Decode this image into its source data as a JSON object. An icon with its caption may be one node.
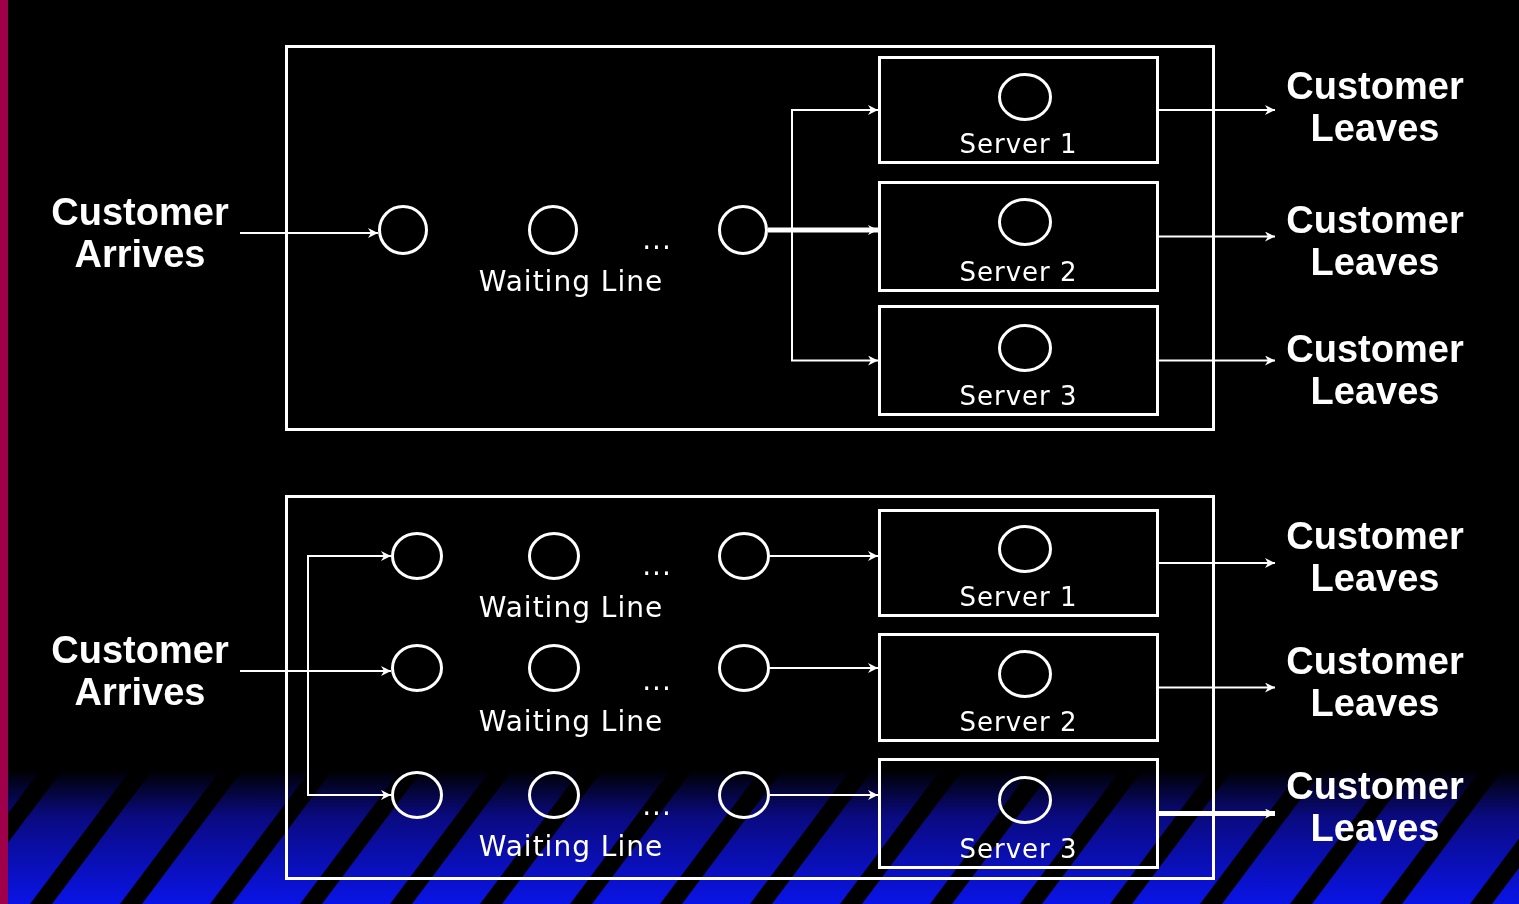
{
  "diagram": {
    "nodes": [
      {
        "text": [],
        "shape": "box"
      },
      {
        "text": [
          "Customer Arrives"
        ]
      },
      {
        "text": [],
        "shape": "circle",
        "in": 0
      },
      {
        "text": [],
        "shape": "circle",
        "in": 0
      },
      {
        "text": [],
        "shape": "circle",
        "in": 0
      },
      {
        "text": [
          "Server 1"
        ],
        "in": 0
      },
      {
        "text": [],
        "shape": "circle",
        "in": 5
      },
      {
        "text": [
          "Server 2"
        ],
        "in": 0
      },
      {
        "text": [],
        "shape": "circle",
        "in": 7
      },
      {
        "text": [
          "Server 3"
        ],
        "in": 0
      },
      {
        "text": [],
        "shape": "circle",
        "in": 9
      },
      {
        "text": [
          "Customer Leaves"
        ]
      },
      {
        "text": [
          "Customer Leaves"
        ]
      },
      {
        "text": [
          "Customer Leaves"
        ]
      },
      {
        "text": [],
        "shape": "box"
      },
      {
        "text": [
          "Customer Arrives"
        ]
      },
      {
        "text": [],
        "shape": "circle",
        "in": 14
      },
      {
        "text": [],
        "shape": "circle",
        "in": 14
      },
      {
        "text": [],
        "shape": "circle",
        "in": 14
      },
      {
        "text": [
          "Server 1"
        ],
        "in": 14
      },
      {
        "text": [],
        "shape": "circle",
        "in": 19
      },
      {
        "text": [],
        "shape": "circle",
        "in": 14
      },
      {
        "text": [],
        "shape": "circle",
        "in": 14
      },
      {
        "text": [],
        "shape": "circle",
        "in": 14
      },
      {
        "text": [
          "Server 2"
        ],
        "in": 14
      },
      {
        "text": [],
        "shape": "circle",
        "in": 24
      },
      {
        "text": [],
        "shape": "circle",
        "in": 14
      },
      {
        "text": [],
        "shape": "circle",
        "in": 14
      },
      {
        "text": [],
        "shape": "circle",
        "in": 14
      },
      {
        "text": [
          "Server 3"
        ],
        "in": 14
      },
      {
        "text": [],
        "shape": "circle",
        "in": 29
      },
      {
        "text": [
          "Customer Leaves"
        ]
      },
      {
        "text": [
          "Customer Leaves"
        ]
      },
      {
        "text": [
          "Customer Leaves"
        ]
      }
    ],
    "edges": [
      {
        "from": 1,
        "to": 2,
        "arrow": "to"
      },
      {
        "from": 4,
        "to": 5,
        "arrow": "to"
      },
      {
        "from": 4,
        "to": 7,
        "arrow": "to",
        "style": "thick"
      },
      {
        "from": 4,
        "to": 9,
        "arrow": "to"
      },
      {
        "from": 5,
        "to": 11,
        "arrow": "to"
      },
      {
        "from": 7,
        "to": 12,
        "arrow": "to"
      },
      {
        "from": 9,
        "to": 13,
        "arrow": "to"
      },
      {
        "from": 15,
        "to": 16,
        "arrow": "to"
      },
      {
        "from": 15,
        "to": 21,
        "arrow": "to"
      },
      {
        "from": 15,
        "to": 26,
        "arrow": "to"
      },
      {
        "from": 18,
        "to": 19,
        "arrow": "to"
      },
      {
        "from": 23,
        "to": 24,
        "arrow": "to"
      },
      {
        "from": 28,
        "to": 29,
        "arrow": "to"
      },
      {
        "from": 19,
        "to": 31,
        "arrow": "to"
      },
      {
        "from": 24,
        "to": 32,
        "arrow": "to"
      },
      {
        "from": 29,
        "to": 33,
        "arrow": "to",
        "style": "thick"
      }
    ],
    "labels": [
      "...",
      "Waiting Line",
      "...",
      "Waiting Line",
      "...",
      "Waiting Line",
      "...",
      "Waiting Line"
    ]
  }
}
